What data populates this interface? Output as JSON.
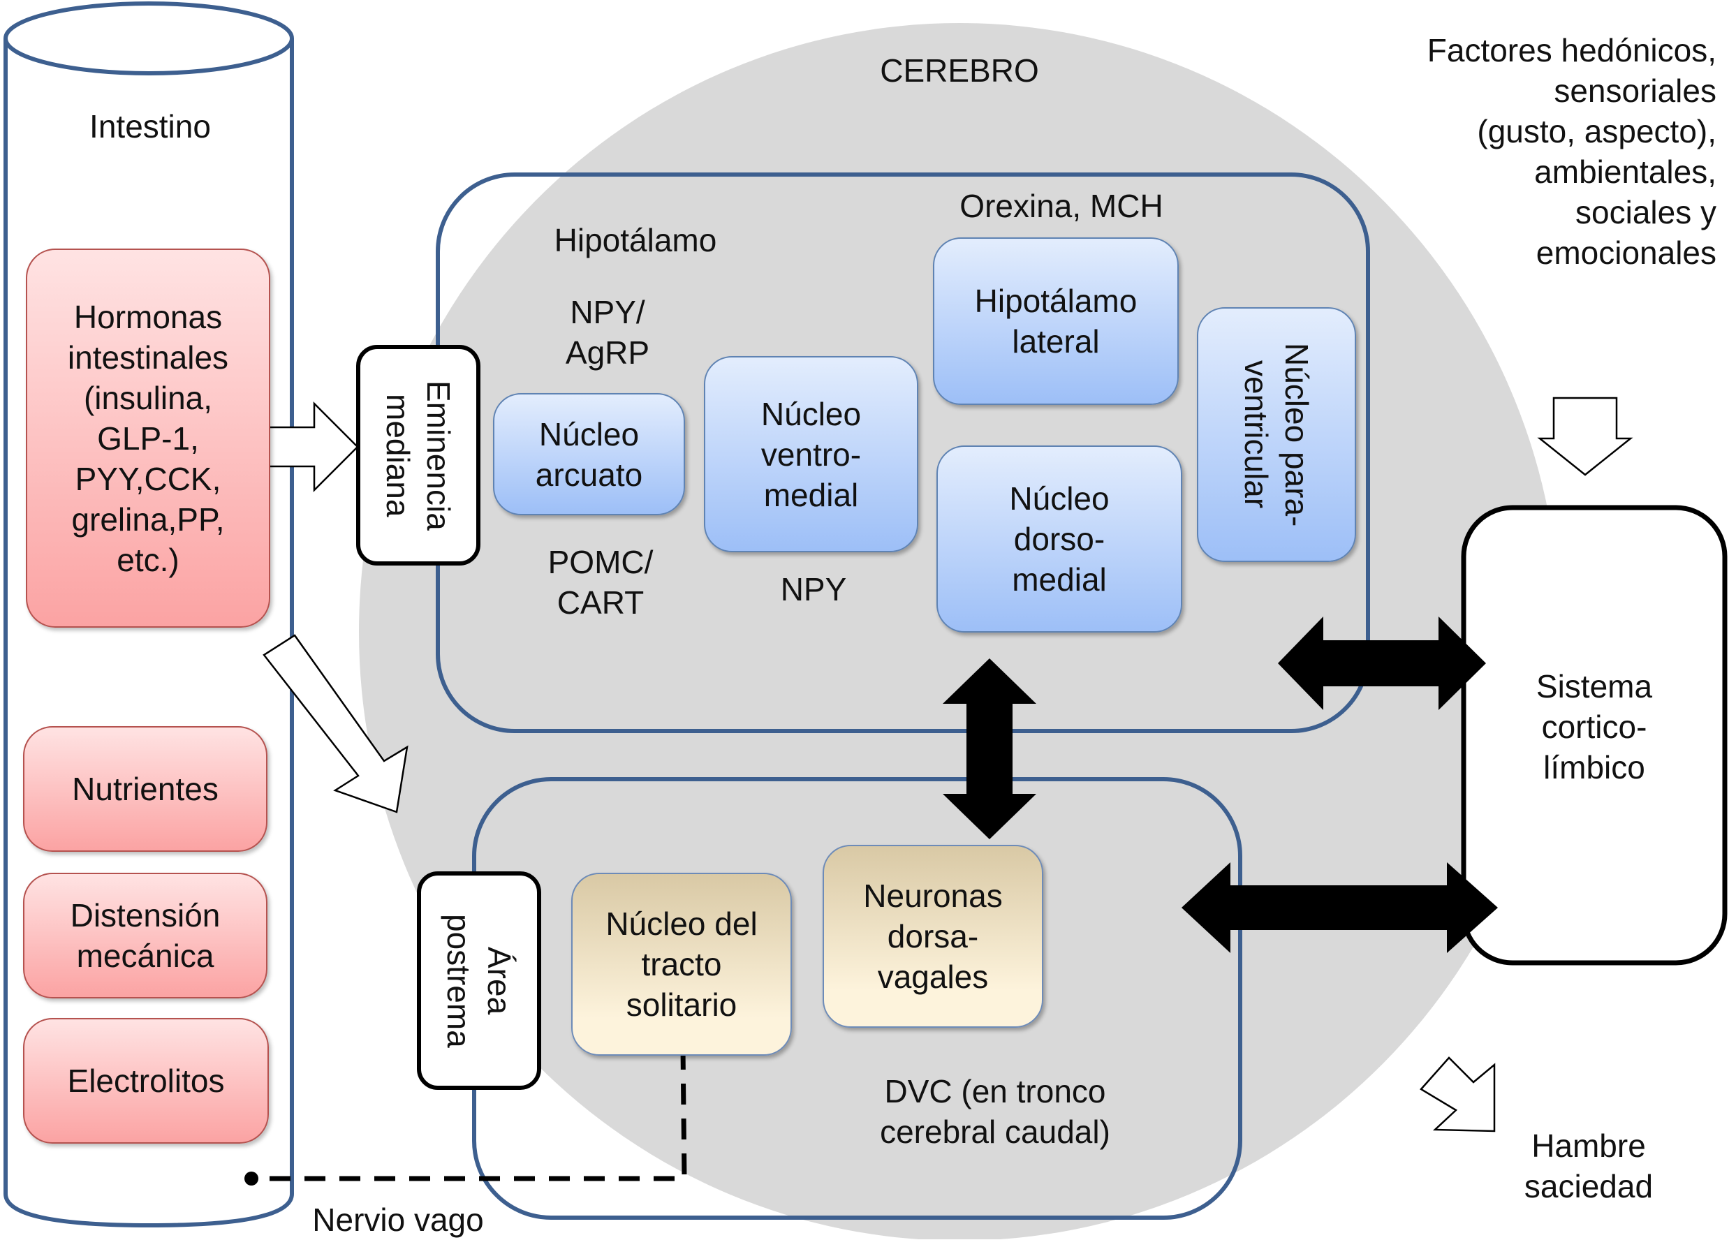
{
  "title": "CEREBRO",
  "intestine": {
    "label": "Intestino",
    "boxes": [
      {
        "text": "Hormonas\nintestinales\n(insulina,\nGLP-1,\nPYY,CCK,\ngrelina,PP,\netc.)"
      },
      {
        "text": "Nutrientes"
      },
      {
        "text": "Distensión\nmecánica"
      },
      {
        "text": "Electrolitos"
      }
    ]
  },
  "eminencia": "Eminencia\nmediana",
  "area_postrema": "Área\npostrema",
  "hypothalamus": {
    "label": "Hipotálamo",
    "npy_agrp": "NPY/\nAgRP",
    "pomc_cart": "POMC/\nCART",
    "npy": "NPY",
    "orexina": "Orexina, MCH",
    "nuclei": {
      "arcuato": "Núcleo\narcuato",
      "ventromedial": "Núcleo\nventro-\nmedial",
      "lateral": "Hipotálamo\nlateral",
      "dorsomedial": "Núcleo\ndorso-\nmedial",
      "paraventricular": "Núcleo para-\nventricular"
    }
  },
  "dvc": {
    "label": "DVC (en tronco\ncerebral caudal)",
    "nts": "Núcleo del\ntracto\nsolitario",
    "dorsovagal": "Neuronas\ndorsa-\nvagales"
  },
  "factors": "Factores hedónicos,\nsensoriales\n(gusto, aspecto),\nambientales,\nsociales y\nemocionales",
  "corticolimbic": "Sistema\ncortico-\nlímbico",
  "outcome": "Hambre\nsaciedad",
  "vagus": "Nervio vago",
  "colors": {
    "outline_blue": "#3d5f8f",
    "brain_gray": "#d9d9d9",
    "pink_box": "#fba3a3",
    "blue_box": "#9dbff7",
    "tan_box": "#fdf3dc"
  }
}
